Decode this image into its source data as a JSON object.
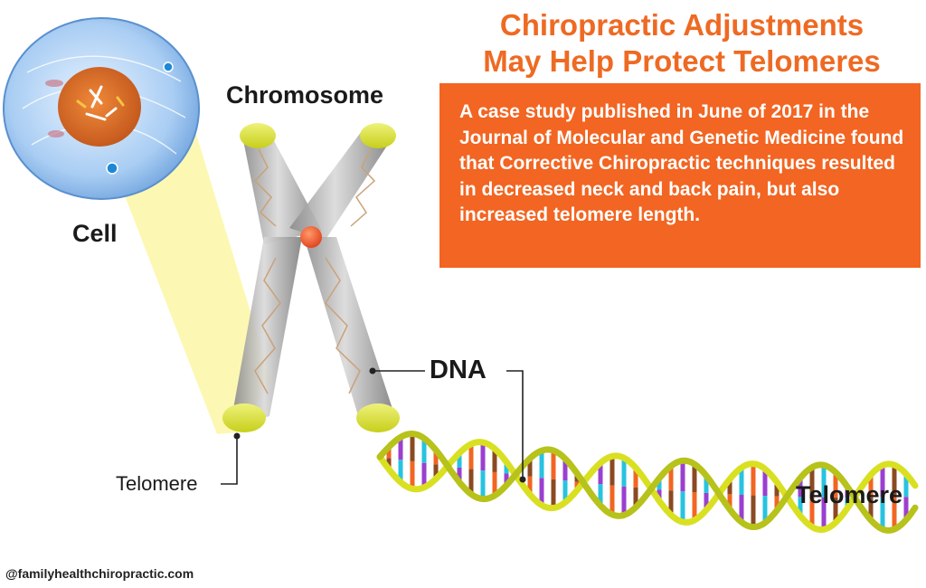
{
  "title": {
    "line1": "Chiropractic Adjustments",
    "line2": "May Help Protect Telomeres"
  },
  "infobox": {
    "text": "A case study published in June of 2017 in the Journal of Molecular and Genetic Medicine found that Corrective Chiropractic techniques resulted in decreased neck and back pain, but also increased telomere length."
  },
  "labels": {
    "chromosome": "Chromosome",
    "cell": "Cell",
    "dna": "DNA",
    "telomere_left": "Telomere",
    "telomere_right": "Telomere"
  },
  "footer": {
    "handle": "@familyhealthchiropractic.com"
  },
  "colors": {
    "orange": "#f26522",
    "title_orange": "#ee6a23",
    "telomere_yellow": "#d9e021",
    "highlight_yellow": "#fbf7a6",
    "base_brown": "#8b4a22",
    "base_orange": "#f26522",
    "base_cyan": "#27c3e0",
    "base_purple": "#9b3fd0"
  }
}
